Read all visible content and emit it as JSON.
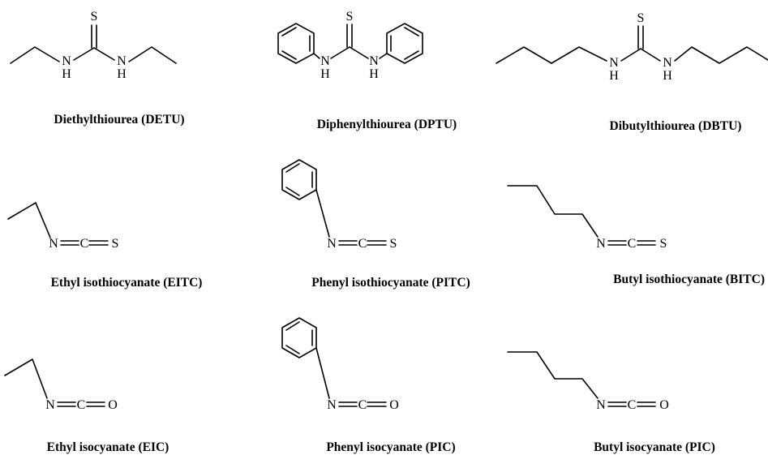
{
  "captions": {
    "detu": "Diethylthiourea (DETU)",
    "dptu": "Diphenylthiourea (DPTU)",
    "dbtu": "Dibutylthiourea (DBTU)",
    "eitc": "Ethyl isothiocyanate (EITC)",
    "pitc": "Phenyl isothiocyanate (PITC)",
    "bitc": "Butyl isothiocyanate (BITC)",
    "eic": "Ethyl isocyanate (EIC)",
    "pic": "Phenyl isocyanate (PIC)",
    "bic": "Butyl isocyanate (PIC)"
  },
  "atoms": {
    "S": "S",
    "N": "N",
    "H": "H",
    "C": "C",
    "O": "O"
  }
}
